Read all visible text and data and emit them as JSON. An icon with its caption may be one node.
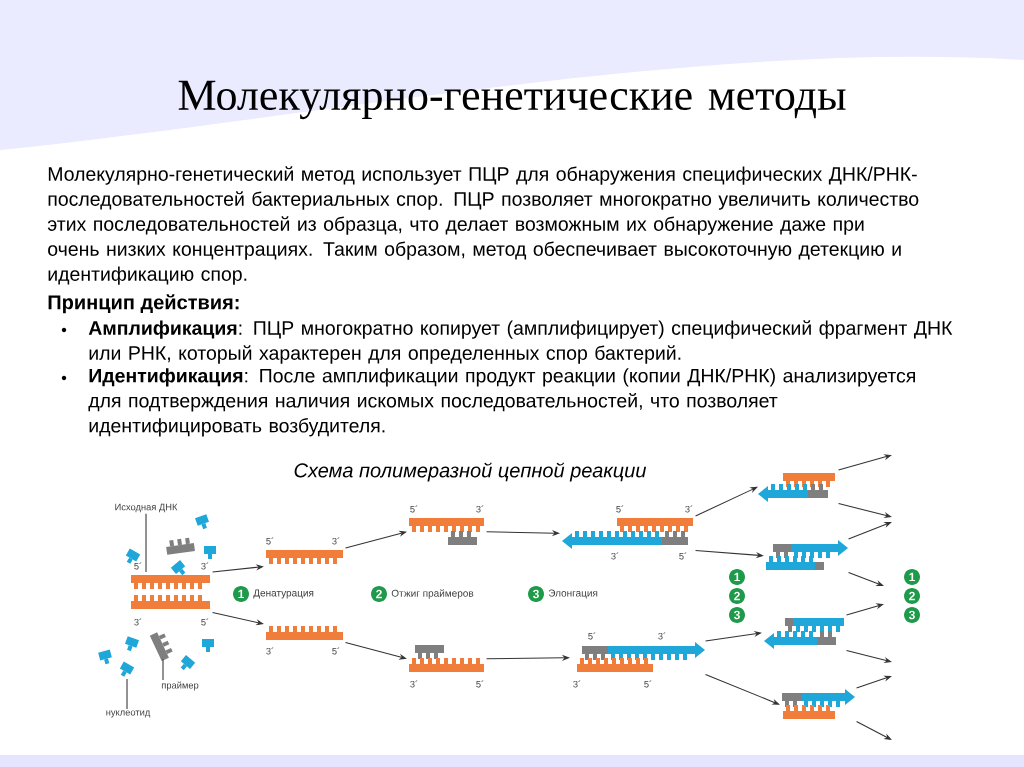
{
  "diagram": {
    "title": "Молекулярно-генетические методы",
    "nodes": [
      {
        "text": [
          "Исходная ДНК"
        ]
      },
      {
        "text": [],
        "shape": "picture",
        "beside": [
          "5´",
          "3´",
          "3´",
          "5´"
        ]
      },
      {
        "text": [],
        "shape": "bar",
        "beside": [
          "5´",
          "3´"
        ]
      },
      {
        "text": [],
        "shape": "bar",
        "beside": [
          "3´",
          "5´"
        ]
      },
      {
        "text": [
          "1"
        ],
        "beside": [
          "Денатурация"
        ]
      },
      {
        "text": [
          "2"
        ],
        "beside": [
          "Отжиг праймеров"
        ]
      },
      {
        "text": [
          "3"
        ],
        "beside": [
          "Элонгация"
        ]
      },
      {
        "text": [],
        "shape": "picture",
        "beside": [
          "5´",
          "3´"
        ]
      },
      {
        "text": [],
        "shape": "picture",
        "beside": [
          "3´",
          "5´"
        ]
      },
      {
        "text": [],
        "shape": "picture",
        "beside": [
          "5´",
          "3´",
          "3´",
          "5´"
        ]
      },
      {
        "text": [],
        "shape": "picture",
        "beside": [
          "5´",
          "3´",
          "3´",
          "5´"
        ]
      },
      {
        "text": [],
        "shape": "picture"
      },
      {
        "text": [],
        "shape": "picture"
      },
      {
        "text": [],
        "shape": "picture"
      },
      {
        "text": [],
        "shape": "picture"
      },
      {
        "text": [
          "1"
        ]
      },
      {
        "text": [
          "2"
        ]
      },
      {
        "text": [
          "3"
        ]
      },
      {
        "text": [
          "1"
        ]
      },
      {
        "text": [
          "2"
        ]
      },
      {
        "text": [
          "3"
        ]
      },
      {
        "text": [],
        "shape": "picture"
      },
      {
        "text": [],
        "shape": "picture"
      },
      {
        "text": [
          "праймер"
        ]
      },
      {
        "text": [
          "нуклеотид"
        ]
      }
    ],
    "edges": [
      {
        "from": 0,
        "to": 1,
        "arrow": "none"
      },
      {
        "from": 1,
        "to": 2,
        "arrow": "to"
      },
      {
        "from": 1,
        "to": 3,
        "arrow": "to"
      },
      {
        "from": 2,
        "to": 7,
        "arrow": "to"
      },
      {
        "from": 3,
        "to": 8,
        "arrow": "to"
      },
      {
        "from": 7,
        "to": 9,
        "arrow": "to"
      },
      {
        "from": 8,
        "to": 10,
        "arrow": "to"
      },
      {
        "from": 9,
        "to": 11,
        "arrow": "to"
      },
      {
        "from": 9,
        "to": 12,
        "arrow": "to"
      },
      {
        "from": 10,
        "to": 13,
        "arrow": "to"
      },
      {
        "from": 10,
        "to": 14,
        "arrow": "to"
      },
      {
        "from": 11,
        "to": null,
        "arrow": "to"
      },
      {
        "from": 11,
        "to": null,
        "arrow": "to"
      },
      {
        "from": 12,
        "to": null,
        "arrow": "to"
      },
      {
        "from": 12,
        "to": null,
        "arrow": "to"
      },
      {
        "from": 13,
        "to": null,
        "arrow": "to"
      },
      {
        "from": 13,
        "to": null,
        "arrow": "to"
      },
      {
        "from": 14,
        "to": null,
        "arrow": "to"
      },
      {
        "from": 14,
        "to": null,
        "arrow": "to"
      },
      {
        "from": 23,
        "to": 21,
        "arrow": "none"
      },
      {
        "from": 24,
        "to": 22,
        "arrow": "none"
      }
    ],
    "labels": [
      "Молекулярно-генетический метод использует ПЦР для обнаружения специфических ДНК/РНК-последовательностей бактериальных спор. ПЦР позволяет многократно увеличить количество этих последовательностей из образца, что делает возможным их обнаружение даже при очень низких концентрациях. Таким образом, метод обеспечивает высокоточную детекцию и идентификацию спор.",
      "Принцип действия:",
      "**Амплификация**: ПЦР многократно копирует (амплифицирует) специфический фрагмент ДНК или РНК, который характерен для определенных спор бактерий.",
      "**Идентификация**: После амплификации продукт реакции (копии ДНК/РНК) анализируется для подтверждения наличия искомых последовательностей, что позволяет идентифицировать возбудителя.",
      "Схема полимеразной цепной реакции"
    ]
  }
}
